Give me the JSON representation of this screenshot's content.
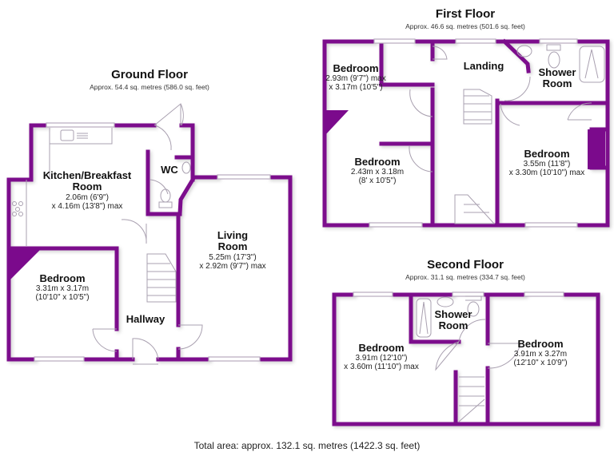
{
  "colors": {
    "wall": "#7b0a8c",
    "fixture": "#a9a0b0",
    "background": "#ffffff"
  },
  "floors": {
    "ground": {
      "title": "Ground Floor",
      "area": "Approx. 54.4 sq. metres (586.0 sq. feet)",
      "rooms": [
        {
          "name": "Kitchen/Breakfast",
          "name2": "Room",
          "dim1": "2.06m (6'9\")",
          "dim2": "x 4.16m (13'8\") max"
        },
        {
          "name": "WC"
        },
        {
          "name": "Living",
          "name2": "Room",
          "dim1": "5.25m (17'3\")",
          "dim2": "x 2.92m (9'7\") max"
        },
        {
          "name": "Bedroom",
          "dim1": "3.31m x 3.17m",
          "dim2": "(10'10\" x 10'5\")"
        },
        {
          "name": "Hallway"
        }
      ]
    },
    "first": {
      "title": "First Floor",
      "area": "Approx. 46.6 sq. metres (501.6 sq. feet)",
      "rooms": [
        {
          "name": "Bedroom",
          "dim1": "2.93m (9'7\") max",
          "dim2": "x 3.17m (10'5\")"
        },
        {
          "name": "Landing"
        },
        {
          "name": "Shower",
          "name2": "Room"
        },
        {
          "name": "Bedroom",
          "dim1": "2.43m x 3.18m",
          "dim2": "(8' x 10'5\")"
        },
        {
          "name": "Bedroom",
          "dim1": "3.55m (11'8\")",
          "dim2": "x 3.30m (10'10\") max"
        }
      ]
    },
    "second": {
      "title": "Second Floor",
      "area": "Approx. 31.1 sq. metres (334.7 sq. feet)",
      "rooms": [
        {
          "name": "Shower",
          "name2": "Room"
        },
        {
          "name": "Bedroom",
          "dim1": "3.91m (12'10\")",
          "dim2": "x 3.60m (11'10\") max"
        },
        {
          "name": "Bedroom",
          "dim1": "3.91m x 3.27m",
          "dim2": "(12'10\" x 10'9\")"
        }
      ]
    }
  },
  "total_area": "Total area: approx. 132.1 sq. metres (1422.3 sq. feet)"
}
